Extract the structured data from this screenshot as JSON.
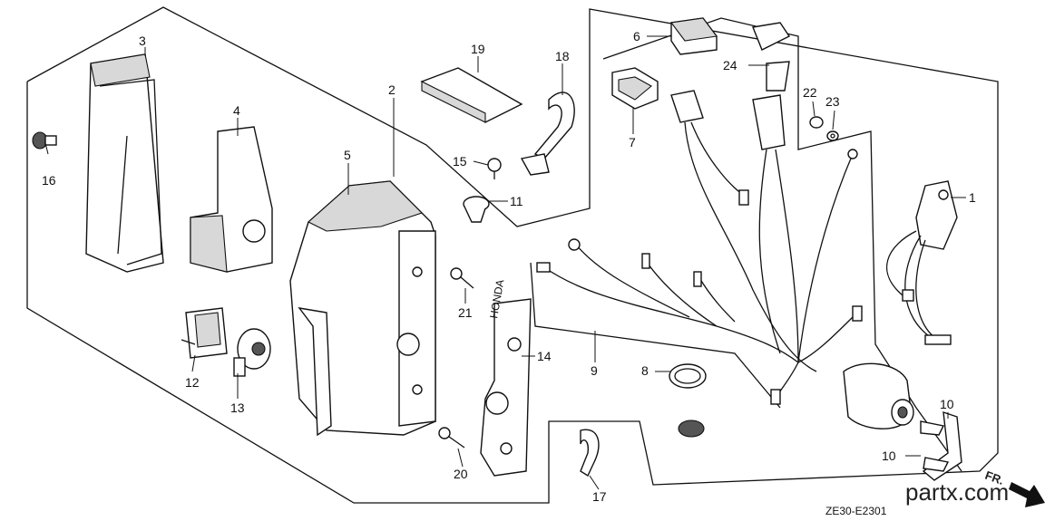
{
  "diagram": {
    "code": "ZE30-E2301",
    "watermark": "partx.com",
    "direction_label": "FR.",
    "callouts": [
      {
        "id": "c1",
        "text": "1"
      },
      {
        "id": "c2",
        "text": "2"
      },
      {
        "id": "c3",
        "text": "3"
      },
      {
        "id": "c4",
        "text": "4"
      },
      {
        "id": "c5",
        "text": "5"
      },
      {
        "id": "c6",
        "text": "6"
      },
      {
        "id": "c7",
        "text": "7"
      },
      {
        "id": "c8",
        "text": "8"
      },
      {
        "id": "c9",
        "text": "9"
      },
      {
        "id": "c10a",
        "text": "10"
      },
      {
        "id": "c10b",
        "text": "10"
      },
      {
        "id": "c11",
        "text": "11"
      },
      {
        "id": "c12",
        "text": "12"
      },
      {
        "id": "c13",
        "text": "13"
      },
      {
        "id": "c14",
        "text": "14"
      },
      {
        "id": "c15",
        "text": "15"
      },
      {
        "id": "c16",
        "text": "16"
      },
      {
        "id": "c17",
        "text": "17"
      },
      {
        "id": "c18",
        "text": "18"
      },
      {
        "id": "c19",
        "text": "19"
      },
      {
        "id": "c20",
        "text": "20"
      },
      {
        "id": "c21",
        "text": "21"
      },
      {
        "id": "c22",
        "text": "22"
      },
      {
        "id": "c23",
        "text": "23"
      },
      {
        "id": "c24",
        "text": "24"
      }
    ],
    "bracket_text": "HONDA"
  }
}
